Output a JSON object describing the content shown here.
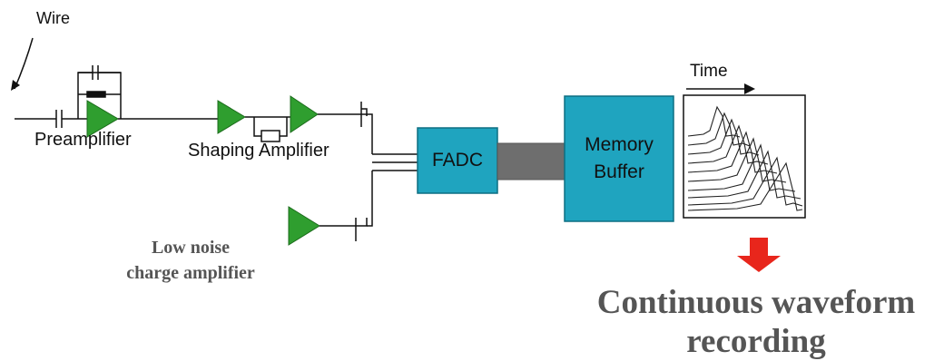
{
  "labels": {
    "wire": "Wire",
    "preamplifier": "Preamplifier",
    "shaping_amplifier": "Shaping Amplifier",
    "fadc": "FADC",
    "memory_buffer_line1": "Memory",
    "memory_buffer_line2": "Buffer",
    "time": "Time",
    "low_noise_line1": "Low noise",
    "low_noise_line2": "charge amplifier",
    "continuous_line1": "Continuous waveform",
    "continuous_line2": "recording"
  },
  "colors": {
    "amplifier_green": "#2f9e2f",
    "box_teal": "#1fa4bf",
    "box_border": "#0d6f82",
    "bus_gray": "#6e6e6e",
    "arrow_red": "#e8261c",
    "caption_gray": "#555555"
  }
}
